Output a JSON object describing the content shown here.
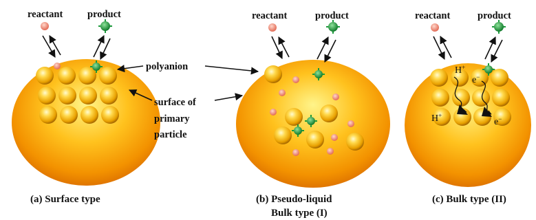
{
  "labels": {
    "reactant": "reactant",
    "product": "product",
    "polyanion": "polyanion",
    "surface_line1": "surface of",
    "surface_line2": "primary",
    "surface_line3": "particle",
    "proton": "H",
    "proton_charge": "+",
    "electron": "e",
    "electron_charge": "−"
  },
  "captions": {
    "a": "(a) Surface type",
    "b_line1": "(b) Pseudo-liquid",
    "b_line2": "Bulk type (I)",
    "c": "(c) Bulk type (II)"
  },
  "colors": {
    "particle_light": "#fff48a",
    "particle_mid": "#ffb21a",
    "particle_dark": "#d86a00",
    "sphere_light": "#fff7b0",
    "sphere_mid": "#f6c21a",
    "sphere_dark": "#a86a00",
    "reactant": "#f39a86",
    "product": "#1a9a3a"
  }
}
